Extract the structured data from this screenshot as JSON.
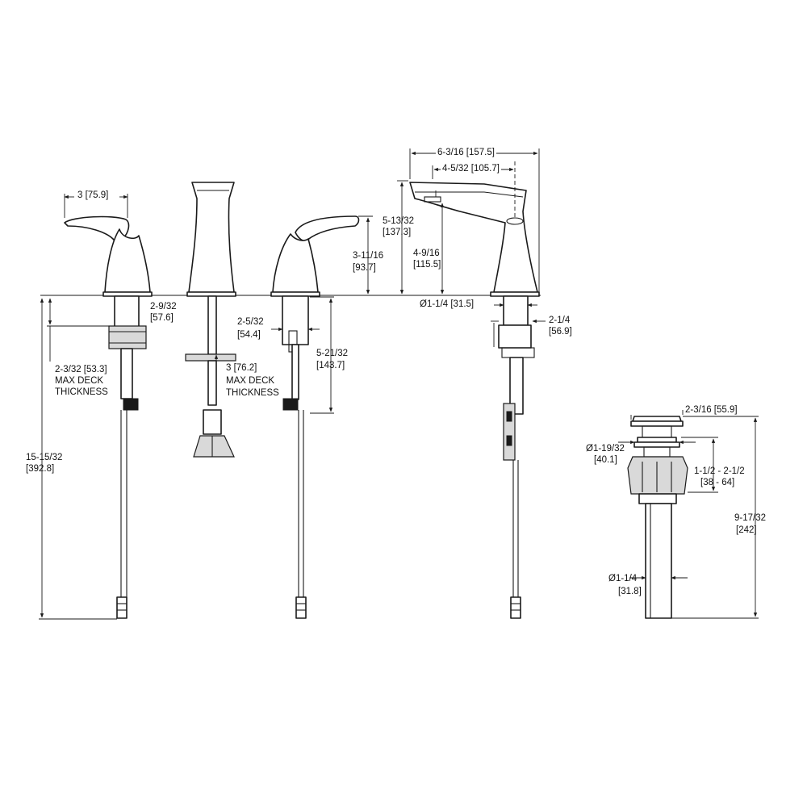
{
  "dimensions": {
    "handle_reach": "3  [75.9]",
    "handle_height_in": "3-11/16",
    "handle_height_mm": "[93.7]",
    "deck_thickness_left_a": "2-3/32 [53.3]",
    "deck_thickness_left_b": "MAX DECK",
    "deck_thickness_left_c": "THICKNESS",
    "overall_length_in": "15-15/32",
    "overall_length_mm": "[392.8]",
    "spout_base_in": "2-9/32",
    "spout_base_mm": "[57.6]",
    "deck_thickness_center_a": "3 [76.2]",
    "deck_thickness_center_b": "MAX DECK",
    "deck_thickness_center_c": "THICKNESS",
    "valve_body_in": "2-5/32",
    "valve_body_mm": "[54.4]",
    "valve_length_in": "5-21/32",
    "valve_length_mm": "[143.7]",
    "spout_reach": "6-3/16  [157.5]",
    "spout_reach_inner": "4-5/32 [105.7]",
    "spout_height_in": "5-13/32",
    "spout_height_mm": "[137.3]",
    "spout_outlet_in": "4-9/16",
    "spout_outlet_mm": "[115.5]",
    "spout_shank_dia": "Ø1-1/4 [31.5]",
    "spout_shank_in": "2-1/4",
    "spout_shank_mm": "[56.9]",
    "drain_cap": "2-3/16 [55.9]",
    "drain_flange_in": "Ø1-19/32",
    "drain_flange_mm": "[40.1]",
    "drain_range_in": "1-1/2 - 2-1/2",
    "drain_range_mm": "[38 - 64]",
    "drain_length_in": "9-17/32",
    "drain_length_mm": "[242]",
    "drain_tail_in": "Ø1-1/4",
    "drain_tail_mm": "[31.8]"
  }
}
